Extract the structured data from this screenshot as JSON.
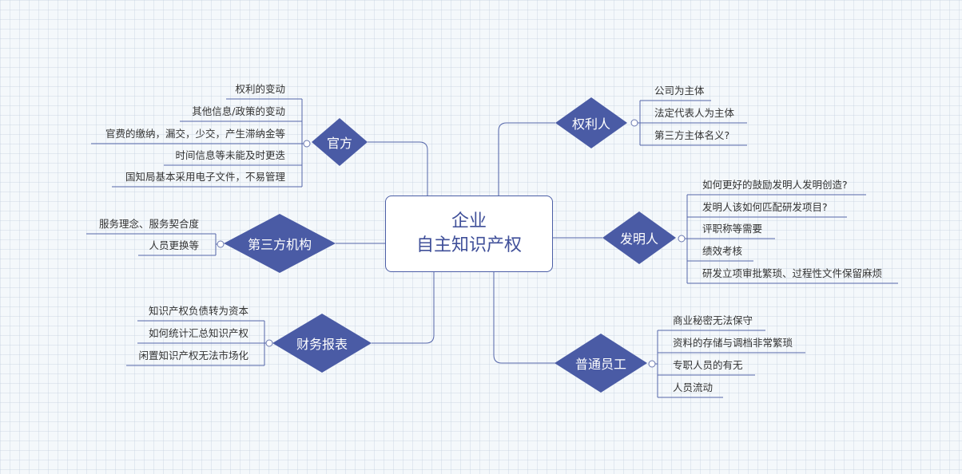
{
  "colors": {
    "diamond_fill": "#4a5ba5",
    "line": "#5566aa",
    "central_text": "#3f4f99",
    "leaf_text": "#333333"
  },
  "central": {
    "line1": "企业",
    "line2": "自主知识产权"
  },
  "branches": {
    "guanfang": {
      "label": "官方",
      "items": [
        "权利的变动",
        "其他信息/政策的变动",
        "官费的缴纳，漏交，少交，产生滞纳金等",
        "时间信息等未能及时更迭",
        "国知局基本采用电子文件，不易管理"
      ]
    },
    "disanfang": {
      "label": "第三方机构",
      "items": [
        "服务理念、服务契合度",
        "人员更换等"
      ]
    },
    "caiwu": {
      "label": "财务报表",
      "items": [
        "知识产权负债转为资本",
        "如何统计汇总知识产权",
        "闲置知识产权无法市场化"
      ]
    },
    "quanliren": {
      "label": "权利人",
      "items": [
        "公司为主体",
        "法定代表人为主体",
        "第三方主体名义?"
      ]
    },
    "famingren": {
      "label": "发明人",
      "items": [
        "如何更好的鼓励发明人发明创造?",
        "发明人该如何匹配研发项目?",
        "评职称等需要",
        "绩效考核",
        "研发立项审批繁琐、过程性文件保留麻烦"
      ]
    },
    "putong": {
      "label": "普通员工",
      "items": [
        "商业秘密无法保守",
        "资料的存储与调档非常繁琐",
        "专职人员的有无",
        "人员流动"
      ]
    }
  }
}
